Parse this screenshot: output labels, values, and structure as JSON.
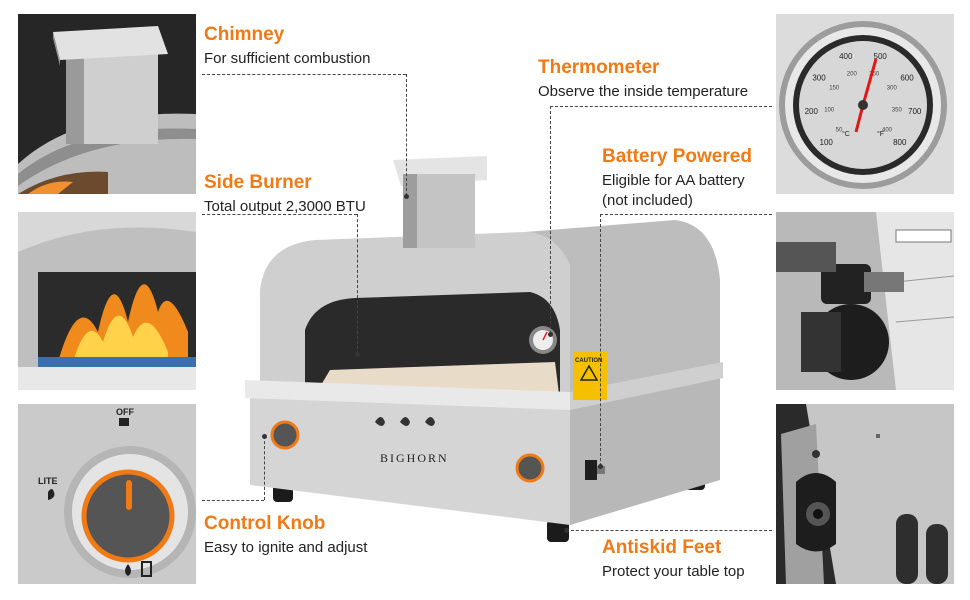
{
  "features": [
    {
      "id": "chimney",
      "title": "Chimney",
      "desc": [
        "For sufficient combustion"
      ]
    },
    {
      "id": "side-burner",
      "title": "Side Burner",
      "desc": [
        "Total output 2,3000 BTU"
      ]
    },
    {
      "id": "control-knob",
      "title": "Control Knob",
      "desc": [
        "Easy to ignite and adjust"
      ]
    },
    {
      "id": "thermometer",
      "title": "Thermometer",
      "desc": [
        "Observe the inside temperature"
      ]
    },
    {
      "id": "battery",
      "title": "Battery Powered",
      "desc": [
        "Eligible for AA battery",
        "(not included)"
      ]
    },
    {
      "id": "feet",
      "title": "Antiskid Feet",
      "desc": [
        "Protect your table top"
      ]
    }
  ],
  "product": {
    "brand": "BIGHORN",
    "caution": "CAUTION"
  },
  "knob_detail": {
    "off": "OFF",
    "lite": "LITE"
  },
  "thermometer_detail": {
    "outer_scale": [
      "100",
      "200",
      "300",
      "400",
      "500",
      "600",
      "700",
      "800"
    ],
    "inner_scale": [
      "50",
      "100",
      "150",
      "200",
      "250",
      "300",
      "350",
      "400"
    ],
    "unit_c": "°C",
    "unit_f": "°F"
  },
  "colors": {
    "accent": "#f07a16",
    "text": "#222222",
    "leader": "#444444"
  }
}
